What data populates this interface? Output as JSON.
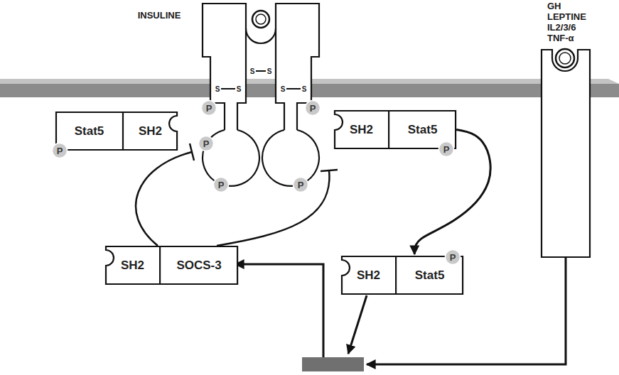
{
  "diagram": {
    "nodes": [
      {
        "text": [
          "Stat5",
          "SH2"
        ]
      },
      {
        "text": [
          "SH2",
          "Stat5"
        ]
      },
      {
        "text": [
          "SH2",
          "SOCS-3"
        ]
      },
      {
        "text": [
          "SH2",
          "Stat5"
        ]
      },
      {
        "text": [
          "P"
        ]
      },
      {
        "text": [
          "P"
        ]
      },
      {
        "text": [
          "P"
        ]
      },
      {
        "text": [
          "P"
        ]
      },
      {
        "text": [
          "P"
        ]
      },
      {
        "text": [
          "P"
        ]
      },
      {
        "text": [
          "P"
        ]
      },
      {
        "text": [
          "P"
        ]
      }
    ],
    "edges": [
      {
        "from": 1,
        "to": 3,
        "arrow": "to"
      }
    ],
    "labels": [
      "INSULINE",
      "S",
      "S",
      "S",
      "S",
      "S",
      "S",
      "GH",
      "LEPTINE",
      "IL2/3/6",
      "TNF-α"
    ]
  }
}
